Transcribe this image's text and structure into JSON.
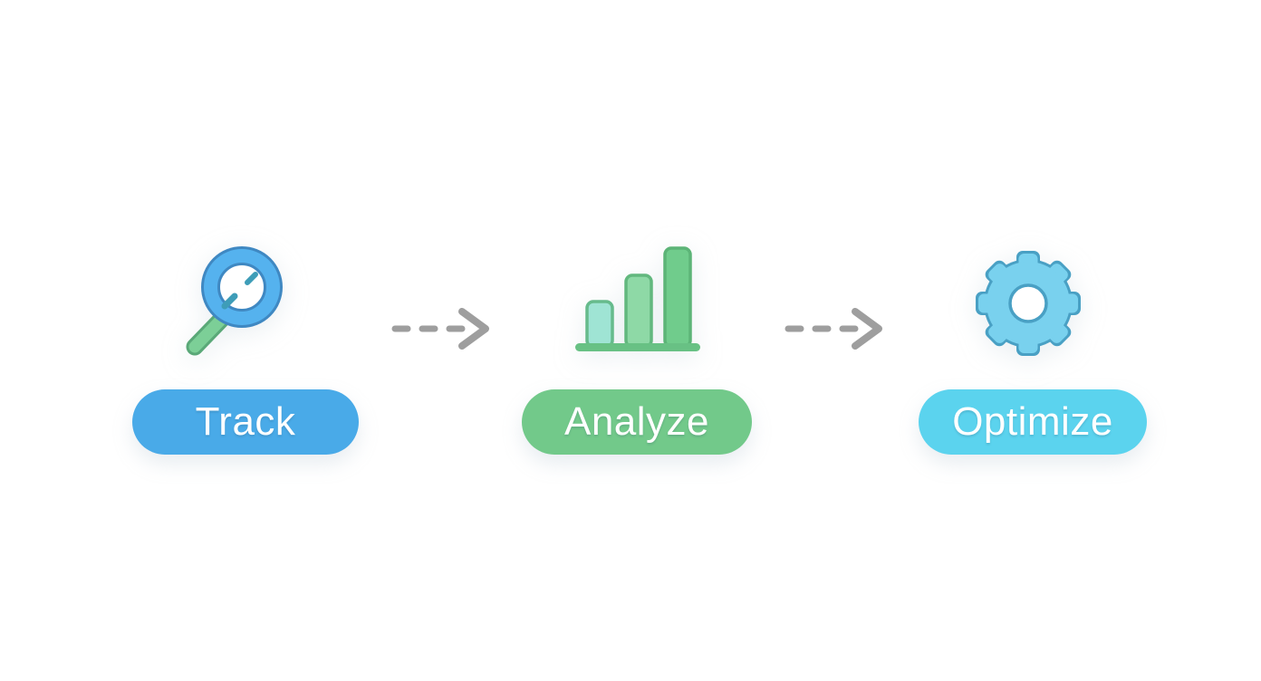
{
  "diagram": {
    "background_color": "#ffffff",
    "steps": [
      {
        "label": "Track",
        "icon": "magnifier-icon",
        "button_color": "#49aae8",
        "label_color": "#ffffff"
      },
      {
        "label": "Analyze",
        "icon": "bar-chart-icon",
        "button_color": "#72c98a",
        "label_color": "#ffffff"
      },
      {
        "label": "Optimize",
        "icon": "gear-icon",
        "button_color": "#5bd3ee",
        "label_color": "#ffffff"
      }
    ],
    "connectors": [
      {
        "type": "dashed-arrow",
        "direction": "right",
        "color": "#9e9e9e"
      },
      {
        "type": "dashed-arrow",
        "direction": "right",
        "color": "#9e9e9e"
      }
    ],
    "icon_colors": {
      "magnifier_ring_fill": "#55b2ee",
      "magnifier_ring_outline": "#3f88c2",
      "magnifier_glass": "#ffffff",
      "magnifier_handle_fill": "#7ccf97",
      "magnifier_handle_outline": "#5aa878",
      "magnifier_tick": "#3e9db8",
      "bar_short_fill": "#9fe4d4",
      "bar_medium_fill": "#8ed9a6",
      "bar_tall_fill": "#70cc8c",
      "bar_outline": "#5fb97b",
      "bar_baseline": "#68c184",
      "gear_fill": "#79d1ee",
      "gear_outline": "#49a0c4",
      "gear_hub": "#ffffff",
      "arrow_gray": "#9e9e9e"
    }
  }
}
